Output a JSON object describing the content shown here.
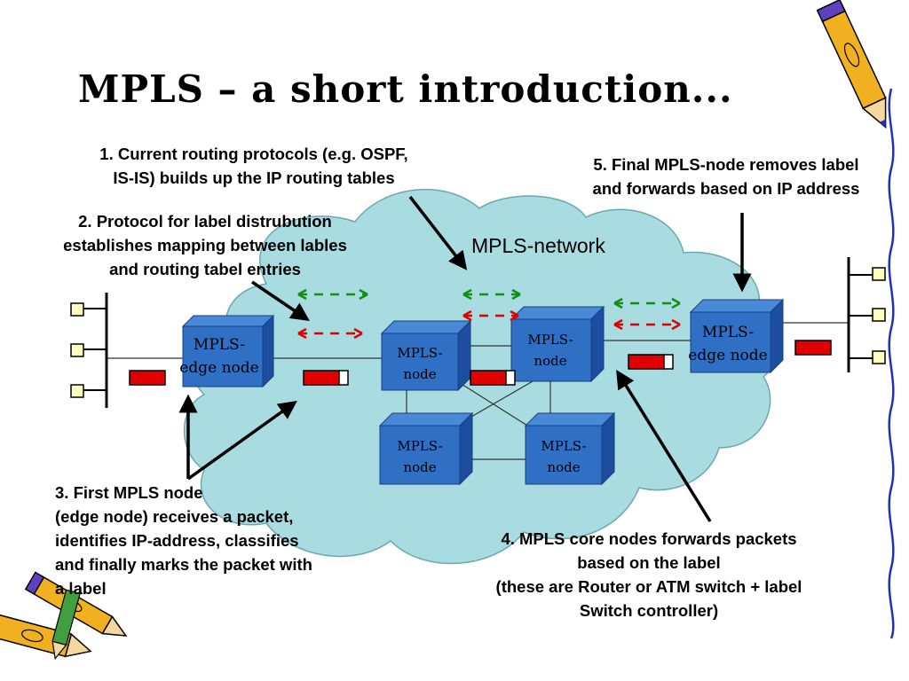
{
  "slide": {
    "title": "MPLS – a short introduction..."
  },
  "diagram": {
    "network_label": "MPLS-network",
    "nodes": {
      "edge_left": [
        "MPLS-",
        "edge node"
      ],
      "core_1": [
        "MPLS-",
        "node"
      ],
      "core_2": [
        "MPLS-",
        "node"
      ],
      "core_3": [
        "MPLS-",
        "node"
      ],
      "core_4": [
        "MPLS-",
        "node"
      ],
      "edge_right": [
        "MPLS-",
        "edge node"
      ]
    }
  },
  "notes": {
    "n1": [
      "1.  Current routing protocols (e.g. OSPF,",
      "IS-IS) builds up the IP routing tables"
    ],
    "n2": [
      "2. Protocol for label distrubution",
      "establishes mapping between lables",
      "and routing tabel entries"
    ],
    "n3": [
      "3. First MPLS node",
      "(edge node) receives a packet,",
      "identifies IP-address, classifies",
      "and finally marks the packet with",
      "a label"
    ],
    "n4": [
      "4. MPLS core nodes forwards packets",
      "based on the label",
      "(these are Router or ATM switch + label",
      "Switch controller)"
    ],
    "n5": [
      "5. Final MPLS-node removes label",
      "and forwards based on IP address"
    ]
  },
  "colors": {
    "cloud": "#a8dce0",
    "node_front": "#2f6fc4",
    "node_side": "#1c4ea0",
    "node_top": "#4a88d8",
    "packet": "#e00000",
    "label_arrow_green": "#109010",
    "label_arrow_red": "#e00000",
    "host_box": "#ffffc0"
  },
  "icons": [
    "pencil-icon",
    "pencil-icon",
    "wavy-border-decoration"
  ]
}
